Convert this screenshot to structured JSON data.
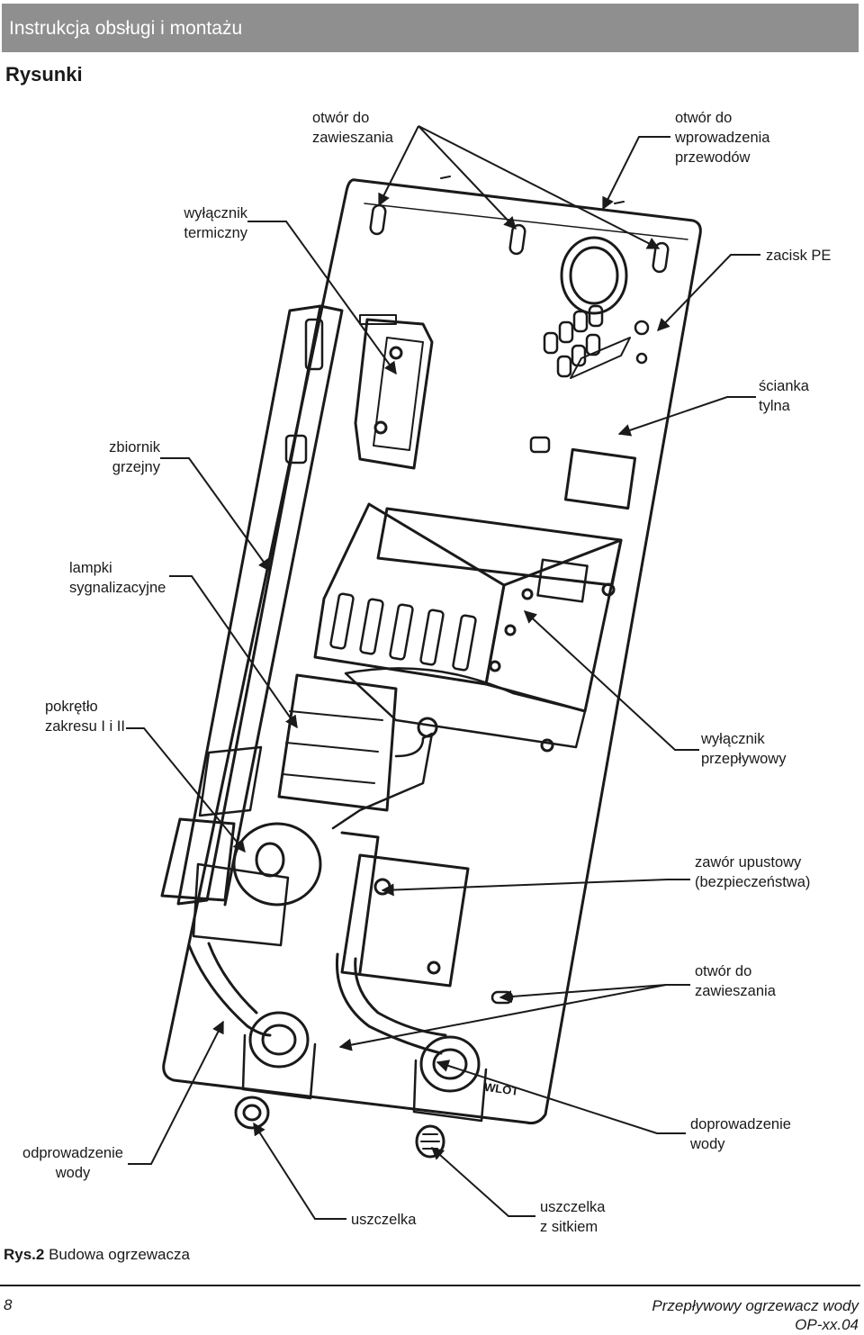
{
  "header": {
    "title": "Instrukcja obsługi i montażu"
  },
  "section": {
    "title": "Rysunki"
  },
  "labels": {
    "hang_hole_top": "otwór do\nzawieszania",
    "cable_entry": "otwór do\nwprowadzenia\nprzewodów",
    "thermal_switch": "wyłącznik\ntermiczny",
    "pe_terminal": "zacisk PE",
    "back_wall": "ścianka\ntylna",
    "tank": "zbiornik\ngrzejny",
    "lamps": "lampki\nsygnalizacyjne",
    "range_knob": "pokrętło\nzakresu I i II",
    "flow_switch": "wyłącznik\nprzepływowy",
    "relief_valve": "zawór upustowy\n(bezpieczeństwa)",
    "hang_hole_bottom": "otwór do\nzawieszania",
    "water_inlet": "doprowadzenie\nwody",
    "water_outlet": "odprowadzenie\nwody",
    "gasket": "uszczelka",
    "gasket_strainer": "uszczelka\nz sitkiem",
    "inlet_marking": "WLOT"
  },
  "caption": {
    "prefix": "Rys.2",
    "text": " Budowa ogrzewacza"
  },
  "footer": {
    "page_number": "8",
    "product": "Przepływowy ogrzewacz wody",
    "code": "OP-xx.04"
  }
}
